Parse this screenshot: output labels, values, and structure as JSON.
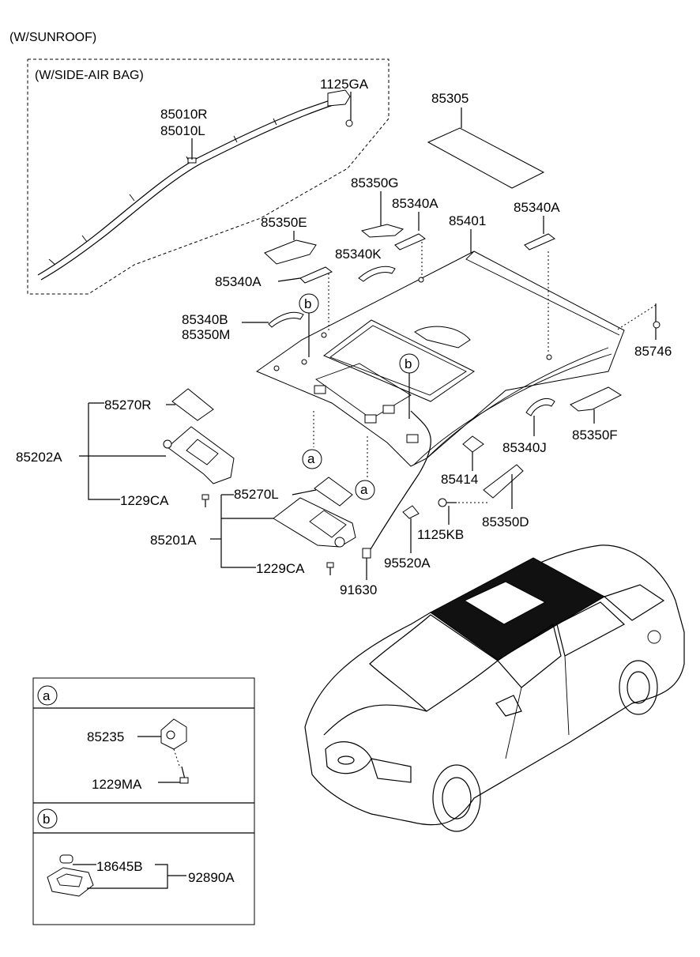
{
  "headers": {
    "sunroof": "(W/SUNROOF)",
    "side_airbag": "(W/SIDE-AIR BAG)"
  },
  "labels": {
    "p1125GA": "1125GA",
    "p85010R": "85010R",
    "p85010L": "85010L",
    "p85305": "85305",
    "p85350G": "85350G",
    "p85340A_1": "85340A",
    "p85401": "85401",
    "p85340A_2": "85340A",
    "p85350E": "85350E",
    "p85340K": "85340K",
    "p85340A_3": "85340A",
    "p85340B": "85340B",
    "p85350M": "85350M",
    "p85746": "85746",
    "p85270R": "85270R",
    "p85202A": "85202A",
    "p1229CA_1": "1229CA",
    "p85270L": "85270L",
    "p85201A": "85201A",
    "p1229CA_2": "1229CA",
    "p91630": "91630",
    "p95520A": "95520A",
    "p1125KB": "1125KB",
    "p85350D": "85350D",
    "p85414": "85414",
    "p85340J": "85340J",
    "p85350F": "85350F",
    "p85235": "85235",
    "p1229MA": "1229MA",
    "p18645B": "18645B",
    "p92890A": "92890A"
  },
  "callouts": {
    "a": "a",
    "b": "b"
  }
}
